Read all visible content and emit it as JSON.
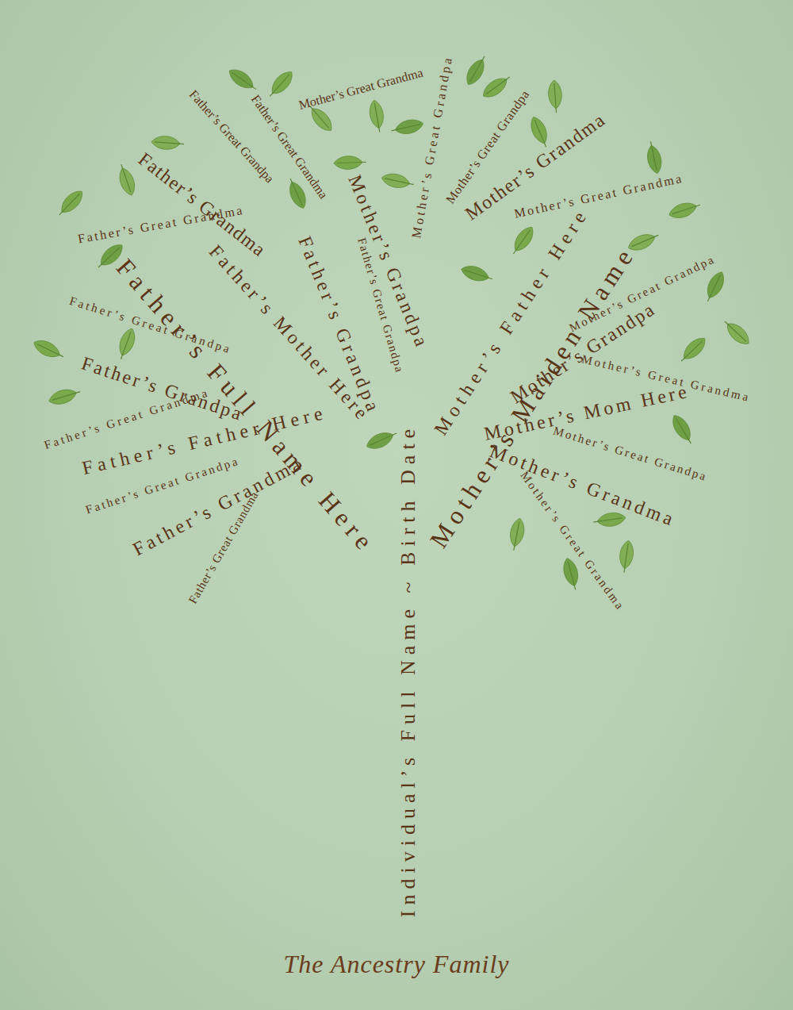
{
  "diagram": {
    "title": "The Ancestry Family",
    "labels": [
      "Mother’s Great Grandma",
      "Father’s Great Grandpa",
      "Father’s Great Grandma",
      "Mother’s Great Grandpa",
      "Mother’s Great Grandpa",
      "Mother’s Grandma",
      "Mother’s Great Grandma",
      "Father’s Great Grandma",
      "Father’s Grandma",
      "Father’s Grandpa",
      "Father’s Great Grandpa",
      "Mother’s Grandpa",
      "Mother’s Father Here",
      "Mother’s Maiden Name",
      "Father’s Mother Here",
      "Father’s Full Name Here",
      "Father’s Great Grandpa",
      "Mother’s Great Grandpa",
      "Mother’s Grandpa",
      "Father’s Grandpa",
      "Mother’s Great Grandma",
      "Father’s Great Grandma",
      "Mother’s Mom Here",
      "Father’s Father Here",
      "Individual’s Full Name ~ Birth Date",
      "Mother’s Great Grandpa",
      "Father’s Great Grandpa",
      "Mother’s Grandma",
      "Father’s Grandma",
      "Father’s Great Grandma",
      "Mother’s Great Grandma"
    ]
  }
}
